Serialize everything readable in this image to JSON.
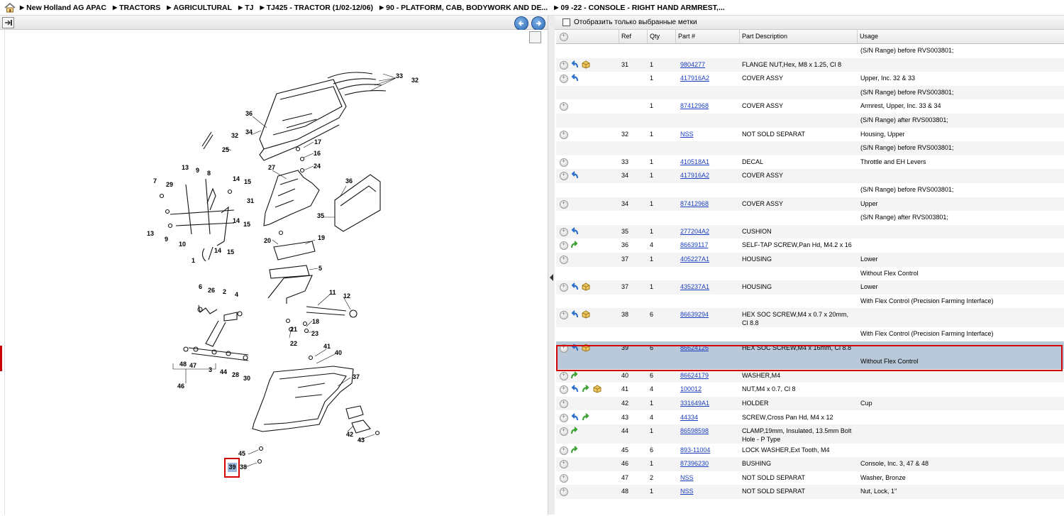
{
  "breadcrumb": [
    "New Holland AG APAC",
    "TRACTORS",
    "AGRICULTURAL",
    "TJ",
    "TJ425 - TRACTOR (1/02-12/06)",
    "90 - PLATFORM, CAB, BODYWORK AND DE...",
    "09 -22 - CONSOLE - RIGHT HAND ARMREST,..."
  ],
  "filter_label": "Отобразить только выбранные метки",
  "headers": {
    "ref": "Ref",
    "qty": "Qty",
    "part": "Part #",
    "desc": "Part Description",
    "usage": "Usage"
  },
  "diagram_labels": [
    "33",
    "32",
    "36",
    "34",
    "32",
    "25",
    "17",
    "16",
    "24",
    "27",
    "36",
    "35",
    "13",
    "9",
    "8",
    "14",
    "15",
    "7",
    "29",
    "31",
    "14",
    "15",
    "13",
    "9",
    "10",
    "1",
    "14",
    "15",
    "20",
    "19",
    "5",
    "6",
    "26",
    "2",
    "4",
    "11",
    "12",
    "18",
    "23",
    "21",
    "22",
    "47",
    "48",
    "46",
    "3",
    "44",
    "28",
    "30",
    "41",
    "40",
    "37",
    "42",
    "43",
    "45",
    "38"
  ],
  "callout": "39",
  "rows": [
    {
      "ref": "",
      "qty": "",
      "part": "",
      "desc": "",
      "usage": "(S/N Range) before RVS003801;",
      "icons": [],
      "btn": false
    },
    {
      "ref": "31",
      "qty": "1",
      "part": "9804277",
      "desc": "FLANGE NUT,Hex, M8 x 1.25, Cl 8",
      "usage": "",
      "icons": [
        "back",
        "box"
      ],
      "btn": true
    },
    {
      "ref": "",
      "qty": "1",
      "part": "417916A2",
      "desc": "COVER ASSY",
      "usage": "Upper, Inc. 32 & 33",
      "icons": [
        "back"
      ],
      "btn": true
    },
    {
      "ref": "",
      "qty": "",
      "part": "",
      "desc": "",
      "usage": "(S/N Range) before RVS003801;",
      "icons": [],
      "btn": false
    },
    {
      "ref": "",
      "qty": "1",
      "part": "87412968",
      "desc": "COVER ASSY",
      "usage": "Armrest, Upper, Inc. 33 & 34",
      "icons": [],
      "btn": true
    },
    {
      "ref": "",
      "qty": "",
      "part": "",
      "desc": "",
      "usage": "(S/N Range) after RVS003801;",
      "icons": [],
      "btn": false
    },
    {
      "ref": "32",
      "qty": "1",
      "part": "NSS",
      "desc": "NOT SOLD SEPARAT",
      "usage": "Housing, Upper",
      "icons": [],
      "btn": true
    },
    {
      "ref": "",
      "qty": "",
      "part": "",
      "desc": "",
      "usage": "(S/N Range) before RVS003801;",
      "icons": [],
      "btn": false
    },
    {
      "ref": "33",
      "qty": "1",
      "part": "410518A1",
      "desc": "DECAL",
      "usage": "Throttle and EH Levers",
      "icons": [],
      "btn": true
    },
    {
      "ref": "34",
      "qty": "1",
      "part": "417916A2",
      "desc": "COVER ASSY",
      "usage": "",
      "icons": [
        "back"
      ],
      "btn": true
    },
    {
      "ref": "",
      "qty": "",
      "part": "",
      "desc": "",
      "usage": "(S/N Range) before RVS003801;",
      "icons": [],
      "btn": false
    },
    {
      "ref": "34",
      "qty": "1",
      "part": "87412968",
      "desc": "COVER ASSY",
      "usage": "Upper",
      "icons": [],
      "btn": true
    },
    {
      "ref": "",
      "qty": "",
      "part": "",
      "desc": "",
      "usage": "(S/N Range) after RVS003801;",
      "icons": [],
      "btn": false
    },
    {
      "ref": "35",
      "qty": "1",
      "part": "277204A2",
      "desc": "CUSHION",
      "usage": "",
      "icons": [
        "back"
      ],
      "btn": true
    },
    {
      "ref": "36",
      "qty": "4",
      "part": "86639117",
      "desc": "SELF-TAP SCREW,Pan Hd, M4.2 x 16",
      "usage": "",
      "icons": [
        "fwd"
      ],
      "btn": true
    },
    {
      "ref": "37",
      "qty": "1",
      "part": "405227A1",
      "desc": "HOUSING",
      "usage": "Lower",
      "icons": [],
      "btn": true
    },
    {
      "ref": "",
      "qty": "",
      "part": "",
      "desc": "",
      "usage": "Without Flex Control",
      "icons": [],
      "btn": false
    },
    {
      "ref": "37",
      "qty": "1",
      "part": "435237A1",
      "desc": "HOUSING",
      "usage": "Lower",
      "icons": [
        "back",
        "box"
      ],
      "btn": true
    },
    {
      "ref": "",
      "qty": "",
      "part": "",
      "desc": "",
      "usage": "With Flex Control (Precision Farming Interface)",
      "icons": [],
      "btn": false
    },
    {
      "ref": "38",
      "qty": "6",
      "part": "86639294",
      "desc": "HEX SOC SCREW,M4 x 0.7 x 20mm, Cl 8.8",
      "usage": "",
      "icons": [
        "back",
        "box"
      ],
      "btn": true,
      "tall": true
    },
    {
      "ref": "",
      "qty": "",
      "part": "",
      "desc": "",
      "usage": "With Flex Control (Precision Farming Interface)",
      "icons": [],
      "btn": false
    },
    {
      "ref": "39",
      "qty": "6",
      "part": "86624126",
      "desc": "HEX SOC SCREW,M4 x 16mm, Cl 8.8",
      "usage": "",
      "icons": [
        "back",
        "box"
      ],
      "btn": true,
      "sel": true
    },
    {
      "ref": "",
      "qty": "",
      "part": "",
      "desc": "",
      "usage": "Without Flex Control",
      "icons": [],
      "btn": false,
      "sel": true
    },
    {
      "ref": "40",
      "qty": "6",
      "part": "86624179",
      "desc": "WASHER,M4",
      "usage": "",
      "icons": [
        "fwd"
      ],
      "btn": true
    },
    {
      "ref": "41",
      "qty": "4",
      "part": "100012",
      "desc": "NUT,M4 x 0.7, Cl 8",
      "usage": "",
      "icons": [
        "back",
        "fwd",
        "box"
      ],
      "btn": true
    },
    {
      "ref": "42",
      "qty": "1",
      "part": "331649A1",
      "desc": "HOLDER",
      "usage": "Cup",
      "icons": [],
      "btn": true
    },
    {
      "ref": "43",
      "qty": "4",
      "part": "44334",
      "desc": "SCREW,Cross Pan Hd, M4 x 12",
      "usage": "",
      "icons": [
        "back",
        "fwd"
      ],
      "btn": true
    },
    {
      "ref": "44",
      "qty": "1",
      "part": "86598598",
      "desc": "CLAMP,19mm, Insulated, 13.5mm Bolt Hole - P Type",
      "usage": "",
      "icons": [
        "fwd"
      ],
      "btn": true,
      "tall": true
    },
    {
      "ref": "45",
      "qty": "6",
      "part": "893-11004",
      "desc": "LOCK WASHER,Ext Tooth, M4",
      "usage": "",
      "icons": [
        "fwd"
      ],
      "btn": true
    },
    {
      "ref": "46",
      "qty": "1",
      "part": "87396230",
      "desc": "BUSHING",
      "usage": "Console, Inc. 3, 47 & 48",
      "icons": [],
      "btn": true
    },
    {
      "ref": "47",
      "qty": "2",
      "part": "NSS",
      "desc": "NOT SOLD SEPARAT",
      "usage": "Washer, Bronze",
      "icons": [],
      "btn": true
    },
    {
      "ref": "48",
      "qty": "1",
      "part": "NSS",
      "desc": "NOT SOLD SEPARAT",
      "usage": "Nut, Lock, 1\"",
      "icons": [],
      "btn": true
    }
  ]
}
